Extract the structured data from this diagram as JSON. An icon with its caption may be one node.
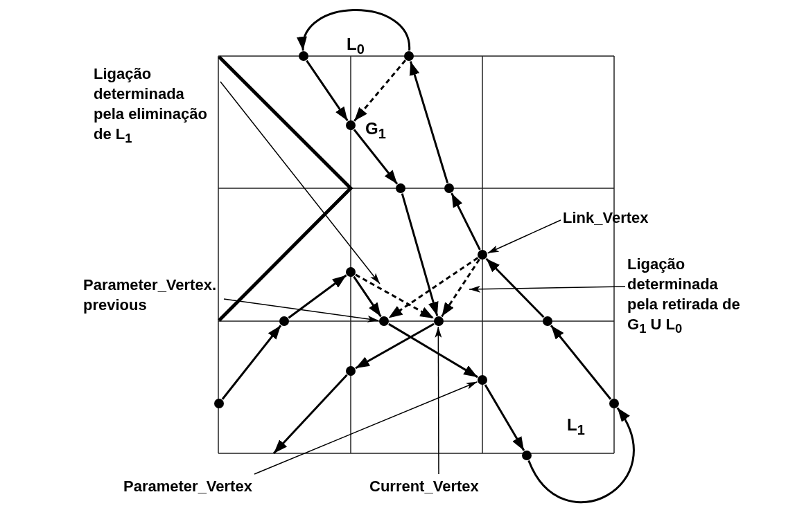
{
  "diagram": {
    "nodes": [
      {
        "text": [
          "Ligação determinada pela eliminação de L$_{1}$"
        ]
      },
      {
        "text": [],
        "shape": "circle"
      },
      {
        "text": [],
        "shape": "circle"
      },
      {
        "text": [],
        "shape": "circle"
      },
      {
        "text": [],
        "shape": "circle"
      },
      {
        "text": [],
        "shape": "circle"
      },
      {
        "text": [
          "Link_Vertex"
        ]
      },
      {
        "text": [],
        "shape": "circle"
      },
      {
        "text": [
          "Parameter_Vertex. previous"
        ]
      },
      {
        "text": [
          "Ligação determinada pela retirada de G$_{1}$ U L$_{0}$"
        ]
      },
      {
        "text": [],
        "shape": "circle"
      },
      {
        "text": [],
        "shape": "circle"
      },
      {
        "text": [],
        "shape": "circle"
      },
      {
        "text": [],
        "shape": "circle"
      },
      {
        "text": [],
        "shape": "circle"
      },
      {
        "text": [],
        "shape": "circle"
      },
      {
        "text": [],
        "shape": "circle"
      },
      {
        "text": [],
        "shape": "circle"
      },
      {
        "text": [],
        "shape": "circle"
      },
      {
        "text": [],
        "shape": "circle"
      },
      {
        "text": [
          "Parameter_Vertex"
        ]
      },
      {
        "text": [
          "Current_Vertex"
        ]
      }
    ],
    "edges": [
      {
        "from": 2,
        "to": 1,
        "arrow": "to"
      },
      {
        "from": 1,
        "to": 3,
        "arrow": "to"
      },
      {
        "from": 2,
        "to": 3,
        "arrow": "to",
        "style": "dashed"
      },
      {
        "from": 3,
        "to": 4,
        "arrow": "to"
      },
      {
        "from": 4,
        "to": 13,
        "arrow": "to"
      },
      {
        "from": 5,
        "to": 2,
        "arrow": "to"
      },
      {
        "from": 7,
        "to": 5,
        "arrow": "to"
      },
      {
        "from": 14,
        "to": 7,
        "arrow": "to"
      },
      {
        "from": 18,
        "to": 14,
        "arrow": "to"
      },
      {
        "from": 19,
        "to": 18,
        "arrow": "to"
      },
      {
        "from": 16,
        "to": 19,
        "arrow": "to"
      },
      {
        "from": 12,
        "to": 16,
        "arrow": "to"
      },
      {
        "from": 10,
        "to": 12,
        "arrow": "to"
      },
      {
        "from": 11,
        "to": 10,
        "arrow": "to"
      },
      {
        "from": 17,
        "to": 11,
        "arrow": "to"
      },
      {
        "from": 13,
        "to": 15,
        "arrow": "to"
      },
      {
        "from": 15,
        "to": null,
        "arrow": "to"
      },
      {
        "from": 10,
        "to": 13,
        "arrow": "to",
        "style": "dashed"
      },
      {
        "from": 7,
        "to": 12,
        "arrow": "to",
        "style": "dashed"
      },
      {
        "from": 7,
        "to": 13,
        "arrow": "to",
        "style": "dashed"
      },
      {
        "from": 0,
        "to": null,
        "arrow": "to"
      },
      {
        "from": 6,
        "to": 7,
        "arrow": "to"
      },
      {
        "from": 8,
        "to": 12,
        "arrow": "to"
      },
      {
        "from": 9,
        "to": null,
        "arrow": "to"
      },
      {
        "from": 20,
        "to": 16,
        "arrow": "to"
      },
      {
        "from": 21,
        "to": 13,
        "arrow": "to"
      }
    ],
    "labels": [
      "L$_{0}$",
      "G$_{1}$",
      "L$_{1}$"
    ]
  }
}
